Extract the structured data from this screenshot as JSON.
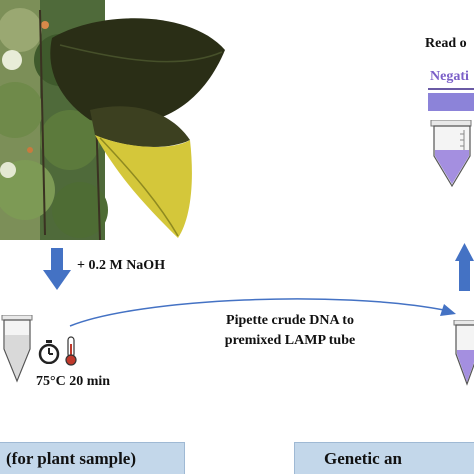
{
  "labels": {
    "naoh": "+ 0.2 M NaOH",
    "conditions": "75°C 20 min",
    "pipette_line1": "Pipette crude DNA to",
    "pipette_line2": "premixed LAMP tube",
    "read": "Read o",
    "negative": "Negati"
  },
  "panels": {
    "left": "(for plant sample)",
    "right": "Genetic an"
  },
  "colors": {
    "arrow_blue": "#4472c4",
    "panel_fill": "#c3d7ea",
    "negative_purple": "#8c83d9",
    "tube_purple": "#a48fe0"
  },
  "icons": {
    "timer": "stopwatch-icon",
    "thermometer": "thermometer-icon"
  }
}
